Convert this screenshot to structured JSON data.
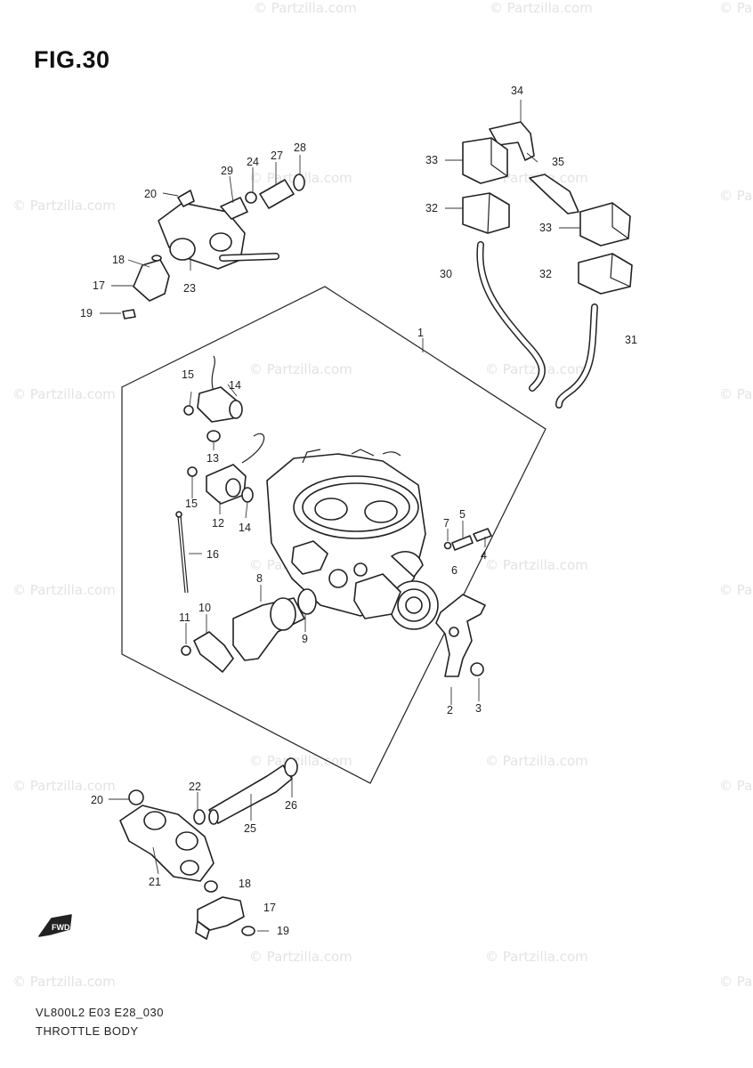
{
  "figure": {
    "title": "FIG.30",
    "model_code": "VL800L2 E03 E28_030",
    "name": "THROTTLE BODY"
  },
  "watermark": {
    "text": "© Partzilla.com"
  },
  "callouts": [
    {
      "id": "c1",
      "label": "1"
    },
    {
      "id": "c2",
      "label": "2"
    },
    {
      "id": "c3",
      "label": "3"
    },
    {
      "id": "c4",
      "label": "4"
    },
    {
      "id": "c5",
      "label": "5"
    },
    {
      "id": "c6",
      "label": "6"
    },
    {
      "id": "c7",
      "label": "7"
    },
    {
      "id": "c8",
      "label": "8"
    },
    {
      "id": "c9",
      "label": "9"
    },
    {
      "id": "c10",
      "label": "10"
    },
    {
      "id": "c11",
      "label": "11"
    },
    {
      "id": "c12",
      "label": "12"
    },
    {
      "id": "c13",
      "label": "13"
    },
    {
      "id": "c14a",
      "label": "14"
    },
    {
      "id": "c14b",
      "label": "14"
    },
    {
      "id": "c15a",
      "label": "15"
    },
    {
      "id": "c15b",
      "label": "15"
    },
    {
      "id": "c16",
      "label": "16"
    },
    {
      "id": "c17a",
      "label": "17"
    },
    {
      "id": "c17b",
      "label": "17"
    },
    {
      "id": "c18a",
      "label": "18"
    },
    {
      "id": "c18b",
      "label": "18"
    },
    {
      "id": "c19a",
      "label": "19"
    },
    {
      "id": "c19b",
      "label": "19"
    },
    {
      "id": "c20a",
      "label": "20"
    },
    {
      "id": "c20b",
      "label": "20"
    },
    {
      "id": "c21",
      "label": "21"
    },
    {
      "id": "c22",
      "label": "22"
    },
    {
      "id": "c23",
      "label": "23"
    },
    {
      "id": "c24",
      "label": "24"
    },
    {
      "id": "c25",
      "label": "25"
    },
    {
      "id": "c26",
      "label": "26"
    },
    {
      "id": "c27",
      "label": "27"
    },
    {
      "id": "c28",
      "label": "28"
    },
    {
      "id": "c29",
      "label": "29"
    },
    {
      "id": "c30",
      "label": "30"
    },
    {
      "id": "c31",
      "label": "31"
    },
    {
      "id": "c32a",
      "label": "32"
    },
    {
      "id": "c32b",
      "label": "32"
    },
    {
      "id": "c33a",
      "label": "33"
    },
    {
      "id": "c33b",
      "label": "33"
    },
    {
      "id": "c34",
      "label": "34"
    },
    {
      "id": "c35",
      "label": "35"
    }
  ],
  "fwd_arrow": {
    "label": "FWD",
    "icon": "forward-arrow-icon"
  }
}
